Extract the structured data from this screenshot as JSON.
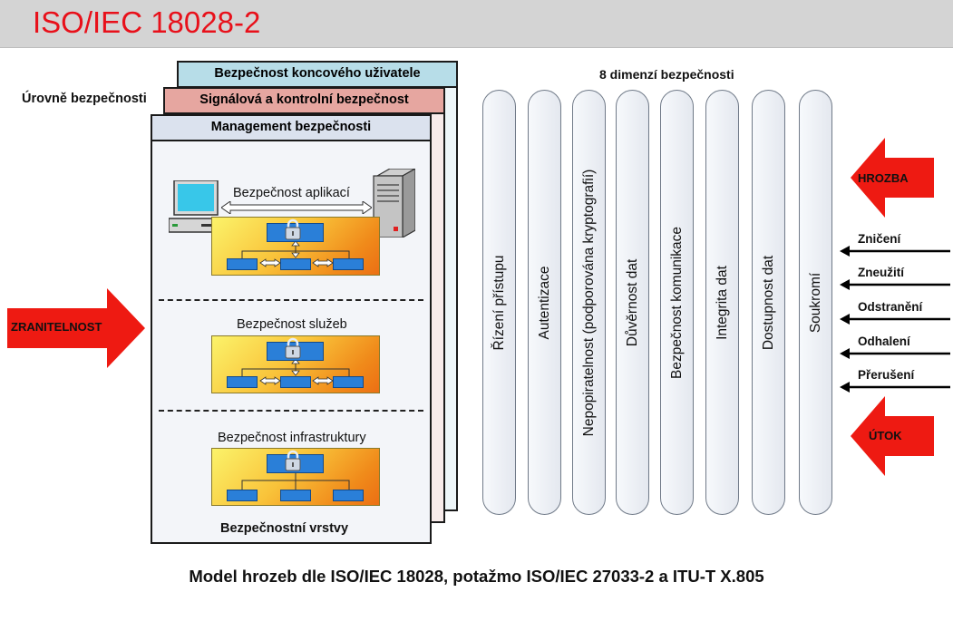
{
  "slide": {
    "title": "ISO/IEC 18028-2"
  },
  "levels": {
    "label": "Úrovně bezpečnosti",
    "end_user": "Bezpečnost koncového uživatele",
    "signaling": "Signálová a kontrolní bezpečnost",
    "management": "Management bezpečnosti"
  },
  "layers": {
    "applications": "Bezpečnost aplikací",
    "services": "Bezpečnost služeb",
    "infrastructure": "Bezpečnost infrastruktury",
    "footer": "Bezpečnostní vrstvy"
  },
  "dimensions": {
    "title": "8 dimenzí bezpečnosti",
    "items": [
      "Řízení přístupu",
      "Autentizace",
      "Nepopiratelnost (podporována kryptografií)",
      "Důvěrnost dat",
      "Bezpečnost komunikace",
      "Integrita dat",
      "Dostupnost dat",
      "Soukromí"
    ]
  },
  "threats": {
    "hrozba": "HROZBA",
    "utok": "ÚTOK",
    "items": [
      "Zničení",
      "Zneužití",
      "Odstranění",
      "Odhalení",
      "Přerušení"
    ]
  },
  "vulnerability": "ZRANITELNOST",
  "caption": "Model hrozeb dle ISO/IEC 18028, potažmo ISO/IEC 27033-2 a ITU-T X.805",
  "colors": {
    "title_red": "#e8101a",
    "end_user_header": "#b7dde8",
    "signaling_header": "#e6a6a0",
    "management_header": "#dbe2ee",
    "arrow_red": "#ee1a12",
    "block_blue": "#2a7fd8"
  }
}
